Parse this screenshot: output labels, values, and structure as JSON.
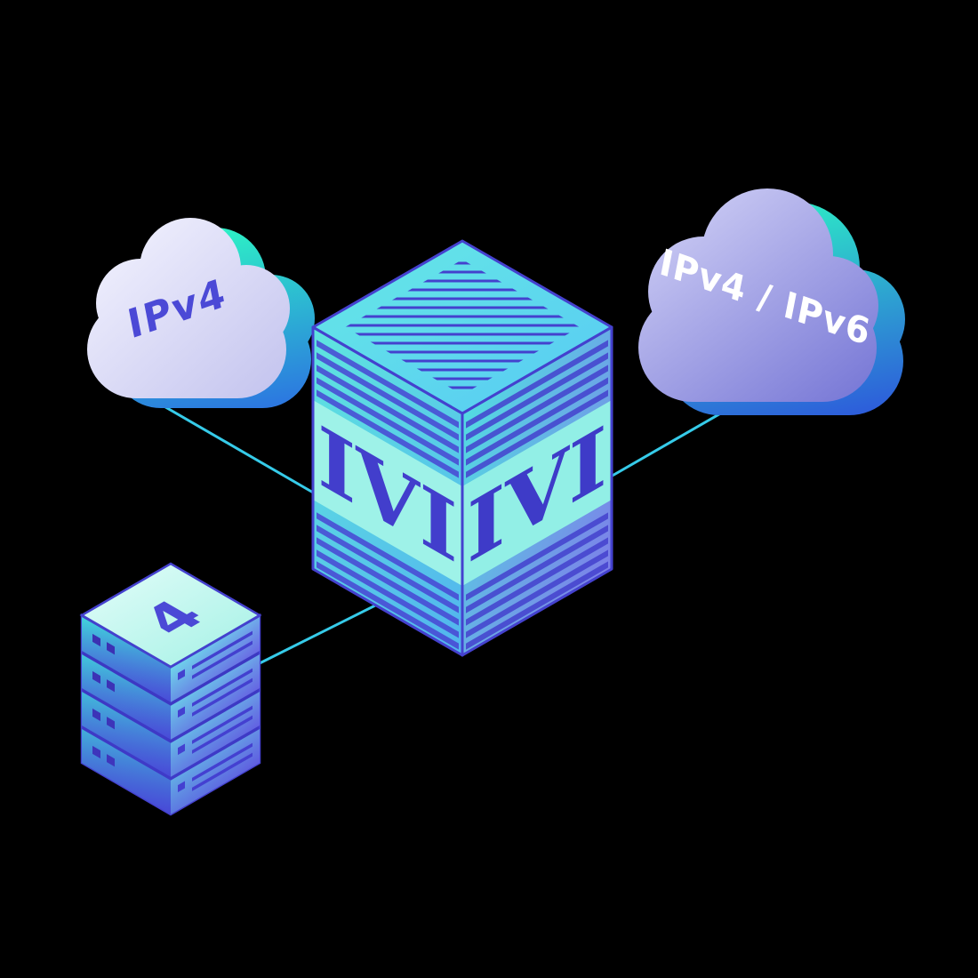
{
  "scene": {
    "background": "#000000",
    "left_cloud": {
      "label": "IPv4"
    },
    "right_cloud": {
      "label": "IPv4 / IPv6"
    },
    "cube": {
      "left_label": "IVI",
      "right_label": "IVI"
    },
    "server_stack": {
      "label": "4",
      "units": 4
    },
    "colors": {
      "teal_accent": "#2DEFC6",
      "connector_cyan": "#36CBE9",
      "indigo_edge": "#4441CE",
      "lavender_cloud": "#DEDEF7",
      "purple_cloud": "#7E7EDA",
      "pale_face": "#9EF2E8",
      "label_indigo": "#4B49D6",
      "label_white": "#FFFFFF"
    }
  }
}
